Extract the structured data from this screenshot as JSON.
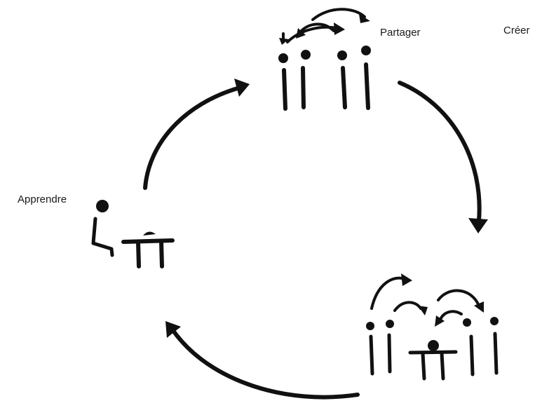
{
  "labels": {
    "share": "Partager",
    "create": "Créer",
    "learn": "Apprendre"
  },
  "ink_color": "#111111",
  "background_color": "#ffffff"
}
